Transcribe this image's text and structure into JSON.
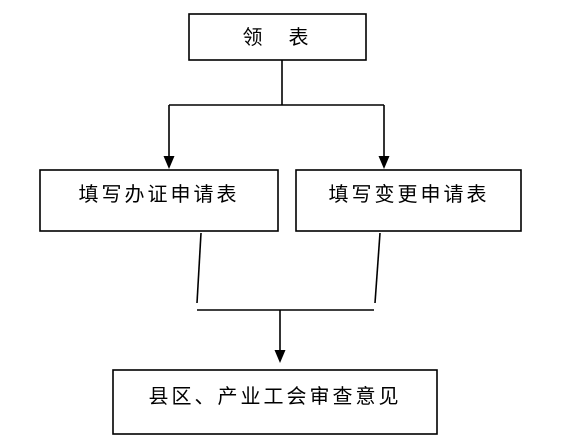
{
  "flowchart": {
    "nodes": {
      "get_form": {
        "label": "领　表"
      },
      "fill_application": {
        "label": "填写办证申请表"
      },
      "fill_change": {
        "label": "填写变更申请表"
      },
      "union_review": {
        "label": "县区、产业工会审查意见"
      }
    }
  }
}
